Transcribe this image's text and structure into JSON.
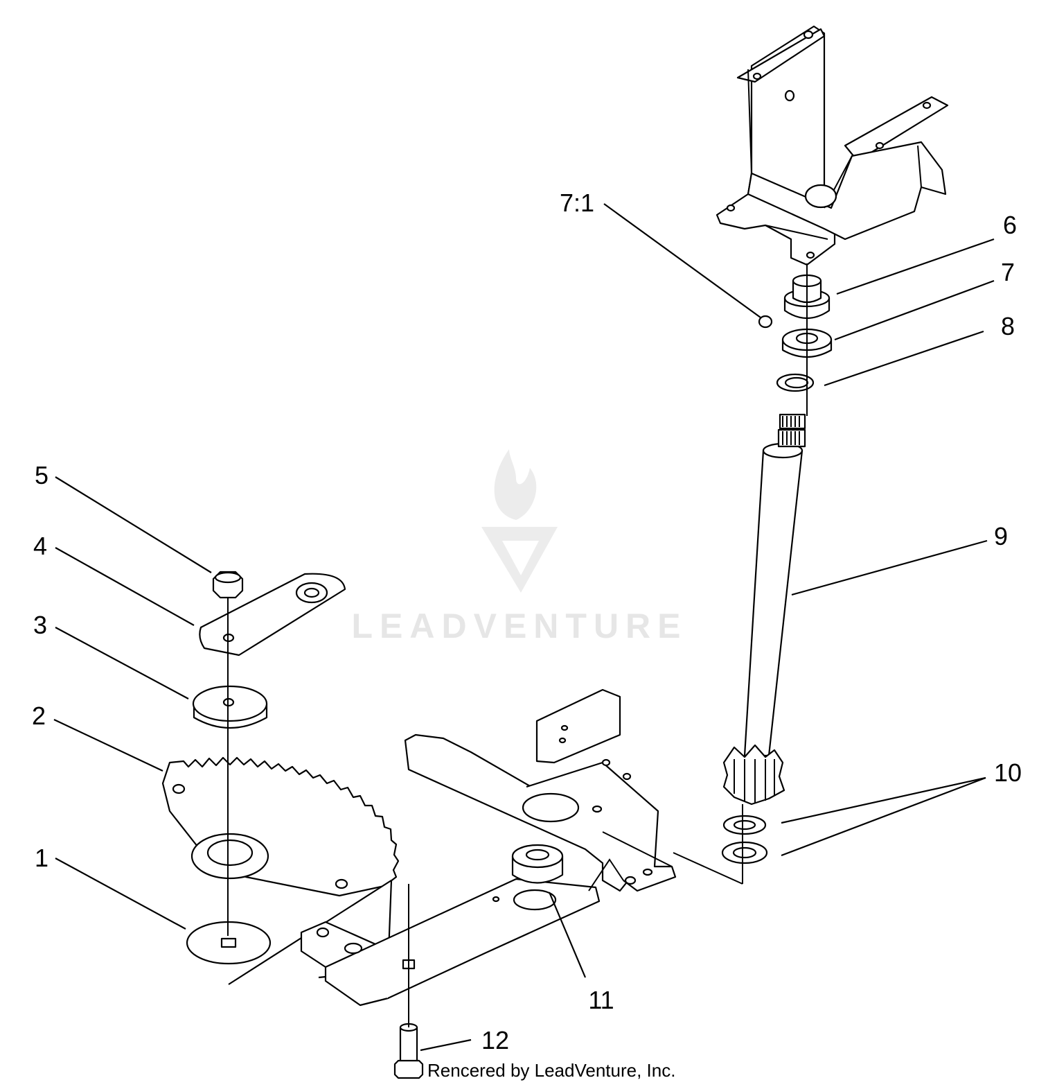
{
  "watermark": {
    "text": "LEADVENTURE"
  },
  "credit": "Rencered by LeadVenture, Inc.",
  "callouts": [
    {
      "id": "1",
      "label": "1"
    },
    {
      "id": "2",
      "label": "2"
    },
    {
      "id": "3",
      "label": "3"
    },
    {
      "id": "4",
      "label": "4"
    },
    {
      "id": "5",
      "label": "5"
    },
    {
      "id": "6",
      "label": "6"
    },
    {
      "id": "7",
      "label": "7"
    },
    {
      "id": "7-1",
      "label": "7:1"
    },
    {
      "id": "8",
      "label": "8"
    },
    {
      "id": "9",
      "label": "9"
    },
    {
      "id": "10",
      "label": "10"
    },
    {
      "id": "11",
      "label": "11"
    },
    {
      "id": "12",
      "label": "12"
    }
  ]
}
